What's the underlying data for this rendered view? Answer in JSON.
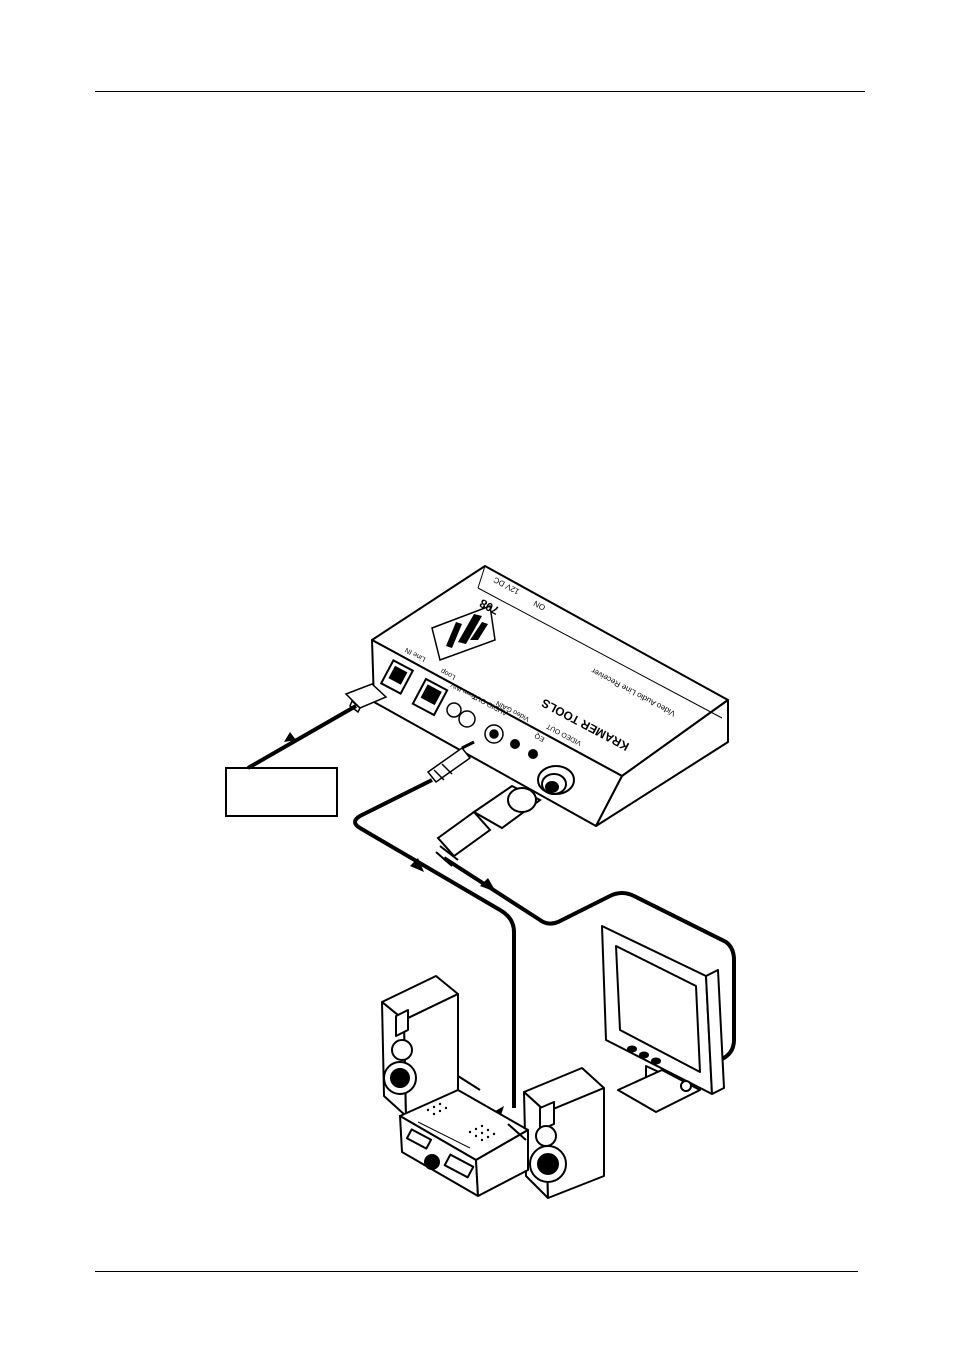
{
  "device": {
    "brand": "KRAMER TOOLS",
    "model": "708",
    "description": "Video Audio Line Receiver",
    "labels": {
      "power_on": "ON",
      "power_in": "12V DC",
      "line_in": "Line IN",
      "loop": "Loop",
      "term_inv": "Term INV",
      "audio_out": "AUDIO OUT",
      "eq": "EQ",
      "video_gain": "Video GAIN",
      "video_out": "VIDEO OUT"
    }
  },
  "source_box": {
    "label": ""
  },
  "colors": {
    "line": "#000000",
    "background": "#ffffff"
  }
}
